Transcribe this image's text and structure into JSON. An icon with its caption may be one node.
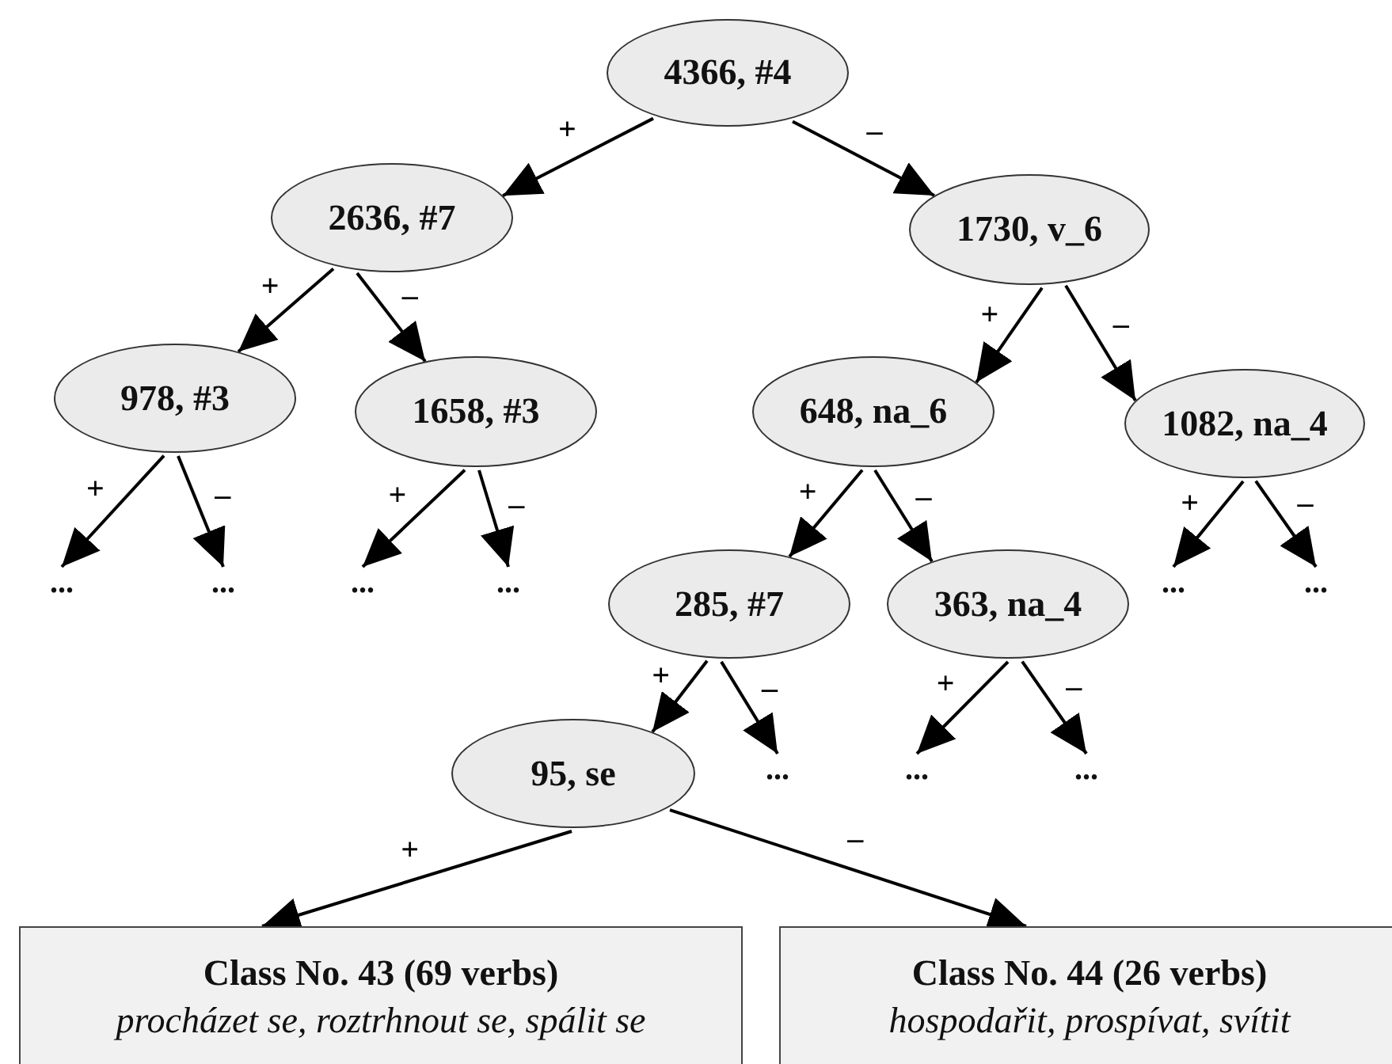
{
  "diagram": {
    "nodes": [
      {
        "text": [
          "4366, #4"
        ]
      },
      {
        "text": [
          "2636, #7"
        ]
      },
      {
        "text": [
          "1730, v_6"
        ]
      },
      {
        "text": [
          "978, #3"
        ]
      },
      {
        "text": [
          "1658, #3"
        ]
      },
      {
        "text": [
          "648, na_6"
        ]
      },
      {
        "text": [
          "1082, na_4"
        ]
      },
      {
        "text": [
          "..."
        ]
      },
      {
        "text": [
          "..."
        ]
      },
      {
        "text": [
          "..."
        ]
      },
      {
        "text": [
          "..."
        ]
      },
      {
        "text": [
          "285, #7"
        ]
      },
      {
        "text": [
          "363, na_4"
        ]
      },
      {
        "text": [
          "..."
        ]
      },
      {
        "text": [
          "..."
        ]
      },
      {
        "text": [
          "95, se"
        ]
      },
      {
        "text": [
          "..."
        ]
      },
      {
        "text": [
          "..."
        ]
      },
      {
        "text": [
          "..."
        ]
      },
      {
        "text": [
          "Class No. 43 (69 verbs)",
          "procházet se, roztrhnout se, spálit se"
        ]
      },
      {
        "text": [
          "Class No. 44 (26 verbs)",
          "hospodařit, prospívat, svítit"
        ]
      }
    ],
    "edges": [
      {
        "from": 0,
        "to": 1,
        "arrow": "to",
        "label": "+"
      },
      {
        "from": 0,
        "to": 2,
        "arrow": "to",
        "label": "–"
      },
      {
        "from": 1,
        "to": 3,
        "arrow": "to",
        "label": "+"
      },
      {
        "from": 1,
        "to": 4,
        "arrow": "to",
        "label": "–"
      },
      {
        "from": 2,
        "to": 5,
        "arrow": "to",
        "label": "+"
      },
      {
        "from": 2,
        "to": 6,
        "arrow": "to",
        "label": "–"
      },
      {
        "from": 3,
        "to": 7,
        "arrow": "to",
        "label": "+"
      },
      {
        "from": 3,
        "to": 8,
        "arrow": "to",
        "label": "–"
      },
      {
        "from": 4,
        "to": 9,
        "arrow": "to",
        "label": "+"
      },
      {
        "from": 4,
        "to": 10,
        "arrow": "to",
        "label": "–"
      },
      {
        "from": 5,
        "to": 11,
        "arrow": "to",
        "label": "+"
      },
      {
        "from": 5,
        "to": 12,
        "arrow": "to",
        "label": "–"
      },
      {
        "from": 6,
        "to": 13,
        "arrow": "to",
        "label": "+"
      },
      {
        "from": 6,
        "to": 14,
        "arrow": "to",
        "label": "–"
      },
      {
        "from": 11,
        "to": 15,
        "arrow": "to",
        "label": "+"
      },
      {
        "from": 11,
        "to": 16,
        "arrow": "to",
        "label": "–"
      },
      {
        "from": 12,
        "to": 17,
        "arrow": "to",
        "label": "+"
      },
      {
        "from": 12,
        "to": 18,
        "arrow": "to",
        "label": "–"
      },
      {
        "from": 15,
        "to": 19,
        "arrow": "to",
        "label": "+"
      },
      {
        "from": 15,
        "to": 20,
        "arrow": "to",
        "label": "–"
      }
    ]
  }
}
